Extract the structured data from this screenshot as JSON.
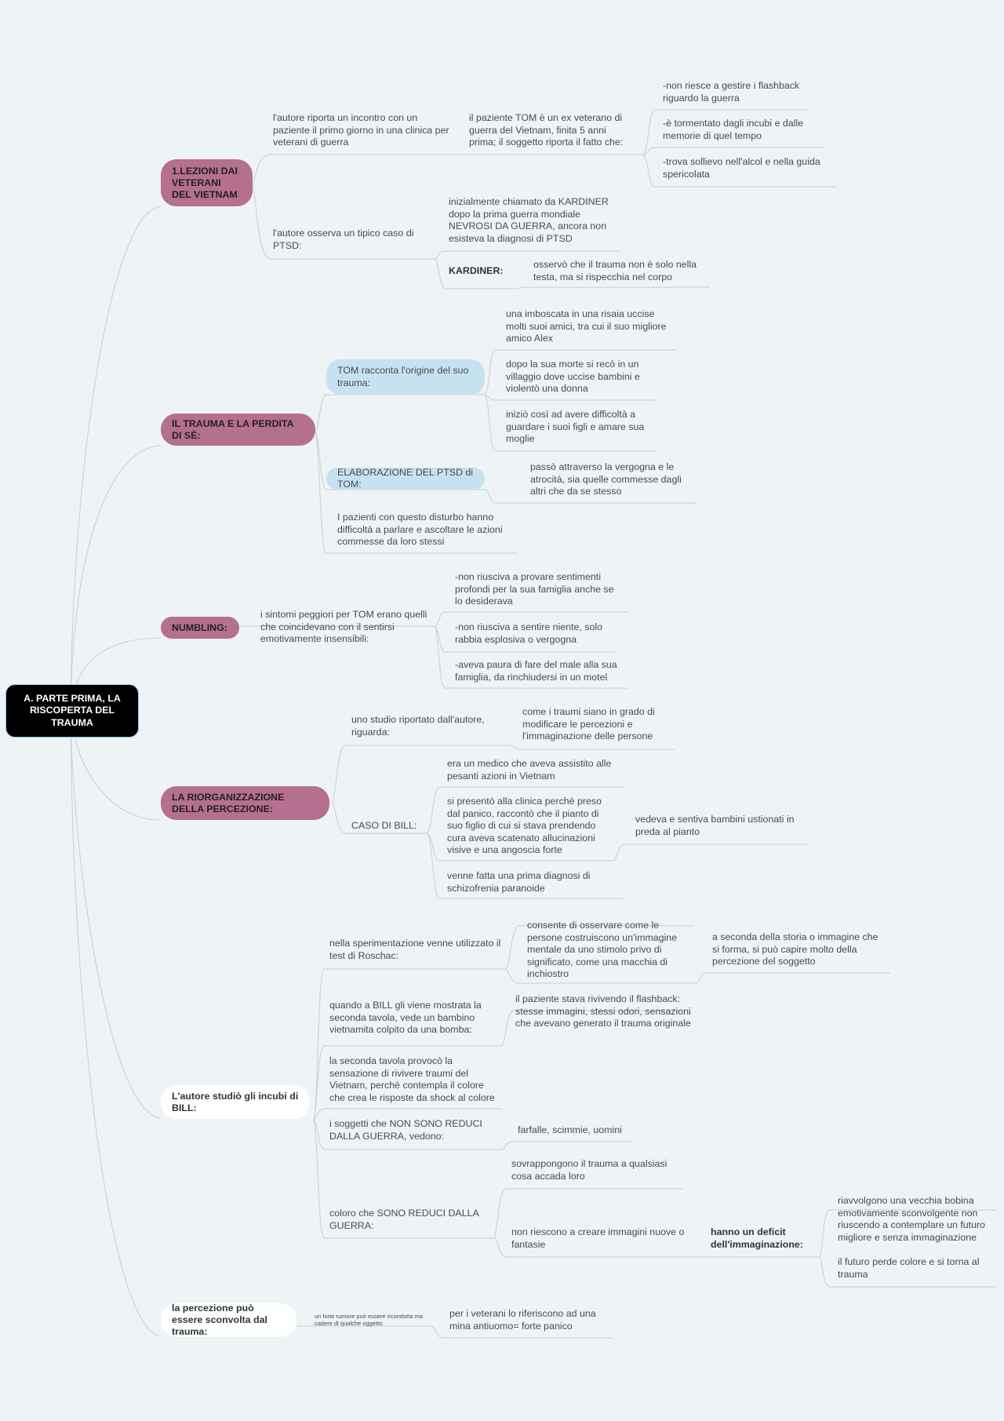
{
  "root": "A. PARTE PRIMA, LA RISCOPERTA DEL TRAUMA",
  "b1": {
    "title": "1.LEZIONI DAI VETERANI DEL VIETNAM",
    "n1": "l'autore riporta un incontro con un paziente il primo giorno in una clinica per veterani di guerra",
    "n1a": "il paziente TOM è un ex veterano di guerra del Vietnam, finita 5 anni prima; il soggetto riporta il fatto che:",
    "n1a1": "-non riesce a gestire i flashback riguardo la guerra",
    "n1a2": "-è tormentato dagli incubi e dalle memorie di quel tempo",
    "n1a3": "-trova sollievo nell'alcol e nella guida spericolata",
    "n2": "l'autore osserva un tipico caso di PTSD:",
    "n2a": "inizialmente chiamato da KARDINER dopo la prima guerra mondiale NEVROSI DA GUERRA, ancora non esisteva la diagnosi di PTSD",
    "n2b": "KARDINER:",
    "n2b1": "osservò che il trauma non è solo nella testa, ma si rispecchia nel corpo"
  },
  "b2": {
    "title": "IL TRAUMA E LA PERDITA DI SÈ:",
    "c1": "TOM racconta l'origine del suo trauma:",
    "c1a": "una imboscata in una risaia uccise molti suoi amici, tra cui il suo migliore amico Alex",
    "c1b": "dopo la sua morte si recò in un villaggio dove uccise bambini e violentò una donna",
    "c1c": "iniziò così ad avere difficoltà a guardare i suoi figli e amare sua moglie",
    "c2": "ELABORAZIONE DEL PTSD di TOM:",
    "c2a": "passò attraverso la vergogna e le atrocità, sia quelle commesse dagli altri che da se stesso",
    "c3": "I pazienti con questo disturbo hanno difficoltà a parlare e ascoltare le azioni commesse da loro stessi"
  },
  "b3": {
    "title": "NUMBLING:",
    "n1": "i sintomi peggiori per TOM erano quelli che coincidevano con il sentirsi emotivamente insensibili:",
    "n1a": "-non riusciva a provare sentimenti profondi per la sua famiglia anche se lo desiderava",
    "n1b": "-non riusciva a sentire niente, solo rabbia esplosiva o vergogna",
    "n1c": "-aveva paura di fare del male alla sua famiglia, da rinchiudersi in un motel"
  },
  "b4": {
    "title": "LA RIORGANIZZAZIONE DELLA PERCEZIONE:",
    "n1": "uno studio riportato dall'autore, riguarda:",
    "n1a": "come i traumi siano in grado di modificare le percezioni e l'immaginazione delle persone",
    "n2": "CASO DI BILL:",
    "n2a": "era un medico che aveva assistito alle pesanti azioni in Vietnam",
    "n2b": "si presentò alla clinica perchè preso dal panico, raccontò che il pianto di suo figlio di cui si stava prendendo cura aveva scatenato allucinazioni visive e una angoscia forte",
    "n2b1": "vedeva e sentiva bambini ustionati in preda al pianto",
    "n2c": "venne fatta una prima diagnosi di schizofrenia paranoide"
  },
  "b5": {
    "title": "L'autore studiò gli incubi di BILL:",
    "n1": "nella sperimentazione venne utilizzato il test di Roschac:",
    "n1a": "consente di osservare come le persone costruiscono un'immagine mentale da uno stimolo privo di significato, come una macchia di inchiostro",
    "n1a1": "a seconda della storia o immagine che si forma, si può capire molto della percezione del soggetto",
    "n2": "quando a BILL gli viene mostrata la seconda tavola, vede un bambino vietnamita colpito da una bomba:",
    "n2a": "il paziente stava rivivendo il flashback: stesse immagini, stessi odori, sensazioni che avevano generato il trauma originale",
    "n3": "la seconda tavola provocò la sensazione di rivivere traumi del Vietnam, perché contempla il colore che crea le risposte da shock al colore",
    "n4": "i soggetti che NON SONO REDUCI DALLA GUERRA, vedono:",
    "n4a": "farfalle, scimmie, uomini",
    "n5": "coloro che SONO REDUCI DALLA GUERRA:",
    "n5a": "sovrappongono il trauma a qualsiasi cosa accada loro",
    "n5b": "non riescono a creare immagini nuove o fantasie",
    "n5b1": "hanno un deficit dell'immaginazione:",
    "n5b1a": "riavvolgono una vecchia bobina emotivamente sconvolgente non riuscendo a contemplare un futuro migliore e senza immaginazione",
    "n5b1b": "il futuro perde colore e si torna al trauma"
  },
  "b6": {
    "title": "la percezione può essere sconvolta dal trauma:",
    "n1": "un forte rumore può essere ricondotta ma cadere di qualche oggetto",
    "n1a": "per i veterani lo riferiscono ad una mina antiuomo= forte panico"
  }
}
